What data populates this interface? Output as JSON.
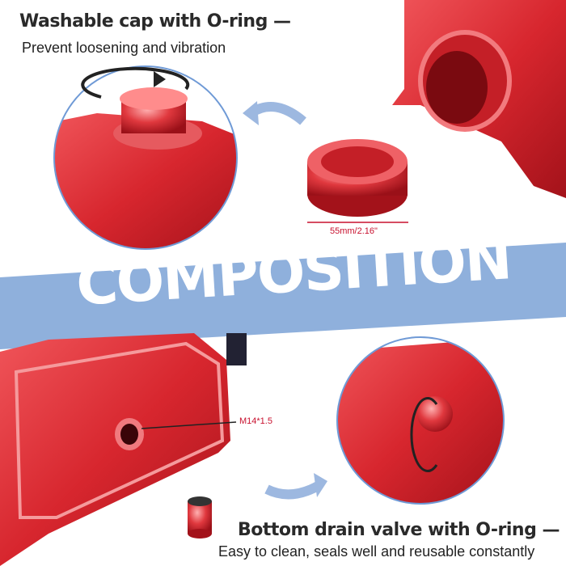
{
  "top_feature": {
    "title": "Washable cap with O-ring —",
    "subtitle": "Prevent loosening and vibration"
  },
  "banner": {
    "text": "COMPOSITION"
  },
  "cap_dimension": "55mm/2.16\"",
  "port_thread": "M14*1.5",
  "bottom_feature": {
    "title": "Bottom drain valve with O-ring —",
    "subtitle": "Easy to clean, seals well and reusable constantly"
  },
  "colors": {
    "product_red": "#d7262e",
    "banner_blue": "#8fb0dc",
    "circle_border": "#6f9ad6",
    "arrow_blue": "#9db8e0"
  }
}
